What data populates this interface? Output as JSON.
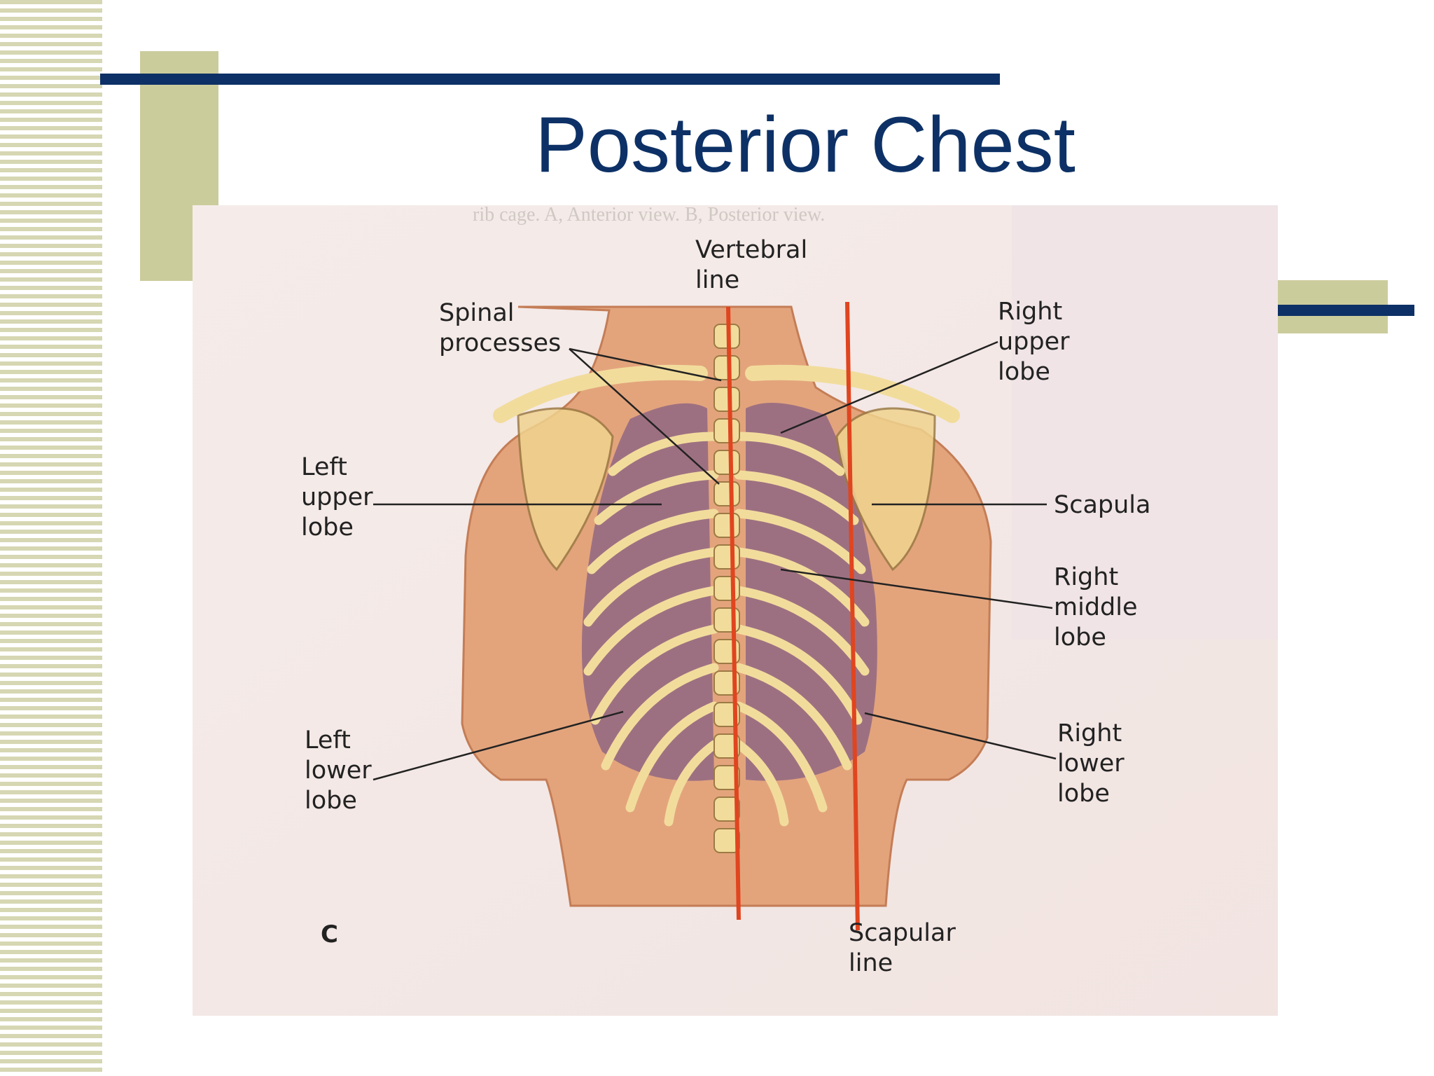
{
  "slide": {
    "title": "Posterior Chest"
  },
  "colors": {
    "title": "#0d3166",
    "navy_rule": "#0d3166",
    "olive_accent": "#cbcc9c",
    "stripe": "#d6d7b3",
    "guide_line": "#e0451f",
    "skin": "#e3a47c",
    "lung": "#8e6482"
  },
  "figure": {
    "caption_fragment": "rib cage. A, Anterior view. B, Posterior view.",
    "panel_letter": "C",
    "labels": {
      "vertebral_line_1": "Vertebral",
      "vertebral_line_2": "line",
      "spinal_1": "Spinal",
      "spinal_2": "processes",
      "right_upper_1": "Right",
      "right_upper_2": "upper",
      "right_upper_3": "lobe",
      "left_upper_1": "Left",
      "left_upper_2": "upper",
      "left_upper_3": "lobe",
      "scapula": "Scapula",
      "right_middle_1": "Right",
      "right_middle_2": "middle",
      "right_middle_3": "lobe",
      "left_lower_1": "Left",
      "left_lower_2": "lower",
      "left_lower_3": "lobe",
      "right_lower_1": "Right",
      "right_lower_2": "lower",
      "right_lower_3": "lobe",
      "scapular_line_1": "Scapular",
      "scapular_line_2": "line"
    }
  }
}
